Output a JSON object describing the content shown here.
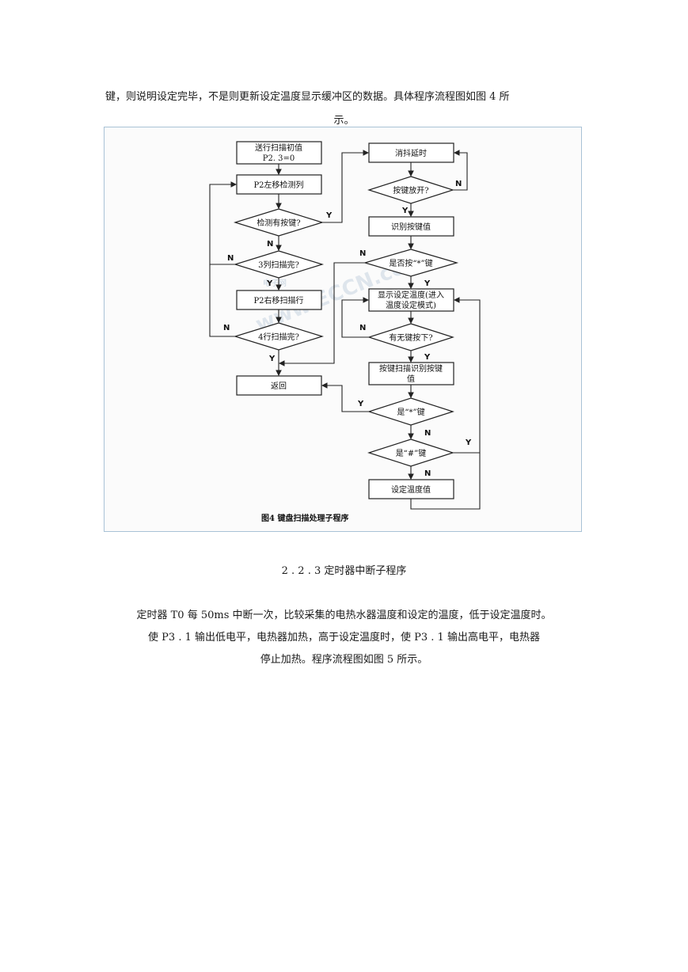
{
  "paragraph1": {
    "line1": "键，则说明设定完毕，不是则更新设定温度显示缓冲区的数据。具体程序流程图如图 4 所",
    "line2": "示。"
  },
  "figure": {
    "caption": "图4   键盘扫描处理子程序",
    "watermark": "www.ECCN.com",
    "watermark_small": "电子网",
    "left_flow": {
      "init": [
        "送行扫描初值",
        "P2. 3=0"
      ],
      "shift_left": "P2左移检测列",
      "has_key": "检测有按键?",
      "cols_done": "3列扫描完?",
      "shift_right": "P2右移扫描行",
      "rows_done": "4行扫描完?",
      "return": "返回"
    },
    "right_flow": {
      "debounce": "消抖延时",
      "key_released": "按键放开?",
      "identify": "识别按键值",
      "is_star_1": "是否按“*”键",
      "display": [
        "显示设定温度(进入",
        "温度设定模式)"
      ],
      "any_key": "有无键按下?",
      "scan_identify": [
        "按键扫描识别按键",
        "值"
      ],
      "is_star_2": "是“*”键",
      "is_hash": "是“#”键",
      "set_temp": "设定温度值"
    },
    "labels": {
      "yes": "Y",
      "no": "N"
    }
  },
  "section_heading": "2 .  2 .  3 定时器中断子程序",
  "paragraph2": {
    "line1": "定时器 T0 每 50ms 中断一次，比较采集的电热水器温度和设定的温度，低于设定温度时。",
    "line2": "使 P3 .  1 输出低电平，电热器加热，高于设定温度时，使 P3 .  1 输出高电平，电热器",
    "line3": "停止加热。程序流程图如图 5 所示。"
  }
}
